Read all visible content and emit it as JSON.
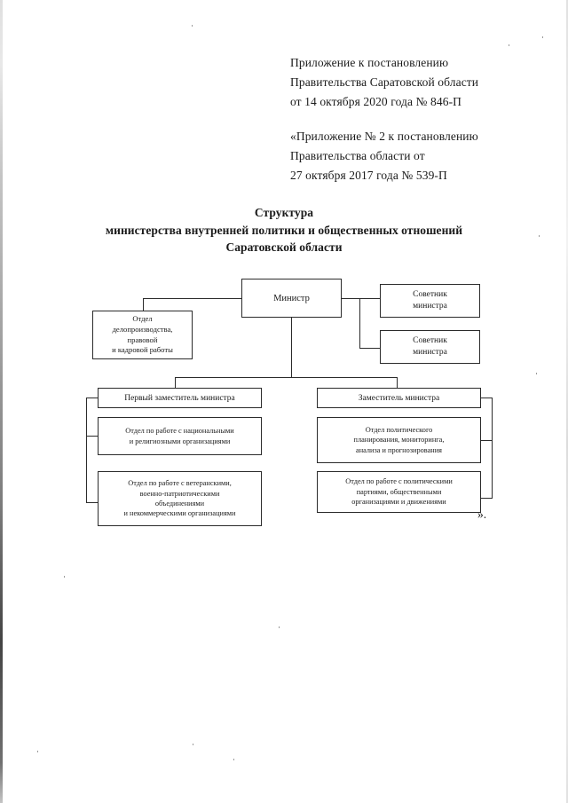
{
  "document": {
    "header_appendix": {
      "lines": [
        "Приложение к постановлению",
        "Правительства Саратовской области",
        "от 14 октября 2020 года № 846-П"
      ]
    },
    "header_quoted_appendix": {
      "lines": [
        "«Приложение № 2 к постановлению",
        "Правительства области от",
        "27 октября 2017 года № 539-П"
      ]
    },
    "title": {
      "line1": "Структура",
      "line2": "министерства внутренней политики и общественных отношений",
      "line3": "Саратовской области"
    },
    "closing_mark": "»."
  },
  "chart_data": {
    "type": "diagram",
    "title": "Структура министерства внутренней политики и общественных отношений Саратовской области",
    "nodes": {
      "minister": "Министр",
      "advisor_1": "Советник\nминистра",
      "advisor_2": "Советник\nминистра",
      "office": "Отдел\nделопроизводства,\nправовой\nи кадровой работы",
      "first_deputy": "Первый заместитель министра",
      "deputy": "Заместитель министра",
      "left_dept_1": "Отдел по работе с национальными\nи религиозными организациями",
      "left_dept_2": "Отдел по работе с ветеранскими,\nвоенно-патриотическими\nобъединениями\nи некоммерческими организациями",
      "right_dept_1": "Отдел политического\nпланирования, мониторинга,\nанализа и прогнозирования",
      "right_dept_2": "Отдел по работе с политическими\nпартиями, общественными\nорганизациями и движениями"
    },
    "edges": [
      {
        "from": "minister",
        "to": "office"
      },
      {
        "from": "minister",
        "to": "advisor_1"
      },
      {
        "from": "minister",
        "to": "advisor_2"
      },
      {
        "from": "minister",
        "to": "first_deputy"
      },
      {
        "from": "minister",
        "to": "deputy"
      },
      {
        "from": "first_deputy",
        "to": "left_dept_1"
      },
      {
        "from": "first_deputy",
        "to": "left_dept_2"
      },
      {
        "from": "deputy",
        "to": "right_dept_1"
      },
      {
        "from": "deputy",
        "to": "right_dept_2"
      }
    ],
    "line_color": "#2b2b2b",
    "box_fill": "#ffffff"
  }
}
